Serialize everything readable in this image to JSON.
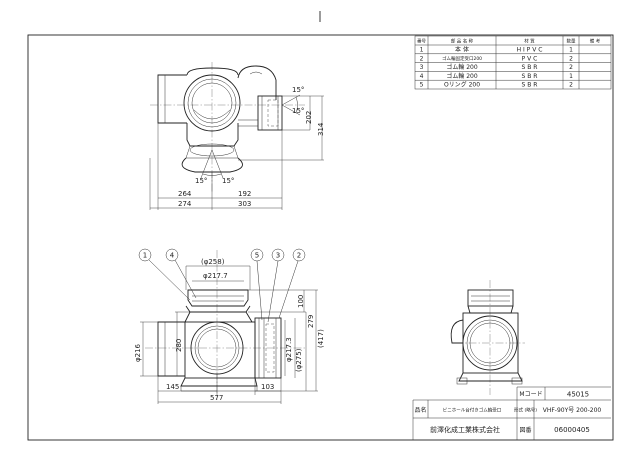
{
  "parts_table": {
    "headers": {
      "no": "番号",
      "name": "部 品 名 称",
      "material": "材 質",
      "qty": "数量",
      "note": "備 考"
    },
    "rows": [
      {
        "no": "1",
        "name": "本 体",
        "material": "H I P V C",
        "qty": "1"
      },
      {
        "no": "2",
        "name": "ゴム輪固定受口200",
        "material": "P V C",
        "qty": "2"
      },
      {
        "no": "3",
        "name": "ゴム輪 200",
        "material": "S B R",
        "qty": "2"
      },
      {
        "no": "4",
        "name": "ゴム輪 200",
        "material": "S B R",
        "qty": "1"
      },
      {
        "no": "5",
        "name": "Oリング 200",
        "material": "S B R",
        "qty": "2"
      }
    ]
  },
  "title_block": {
    "code_label": "Mコード",
    "code_value": "45015",
    "product_label": "品名",
    "product_name": "ビニホール台付きゴム輪受口",
    "model_label": "形式 (略号)",
    "model_value": "VHF-90Y号 200-200",
    "maker": "前澤化成工業株式会社",
    "drawing_no_label": "図番",
    "drawing_no": "06000405"
  },
  "top_view_dims": {
    "d314": "314",
    "d202": "202",
    "a15a": "15°",
    "a15b": "15°",
    "a15c": "15°",
    "a15d": "15°",
    "d264": "264",
    "d192": "192",
    "d274": "274",
    "d303": "303"
  },
  "front_view_dims": {
    "balloons": [
      "1",
      "4",
      "5",
      "3",
      "2"
    ],
    "phi258": "(φ258)",
    "phi217_top": "φ217.7",
    "d100": "100",
    "d279": "279",
    "d417": "(417)",
    "d280": "280",
    "phi216": "φ216",
    "phi217_side": "φ217.3",
    "phi275": "(φ275)",
    "d145": "145",
    "d103": "103",
    "d577": "577"
  }
}
